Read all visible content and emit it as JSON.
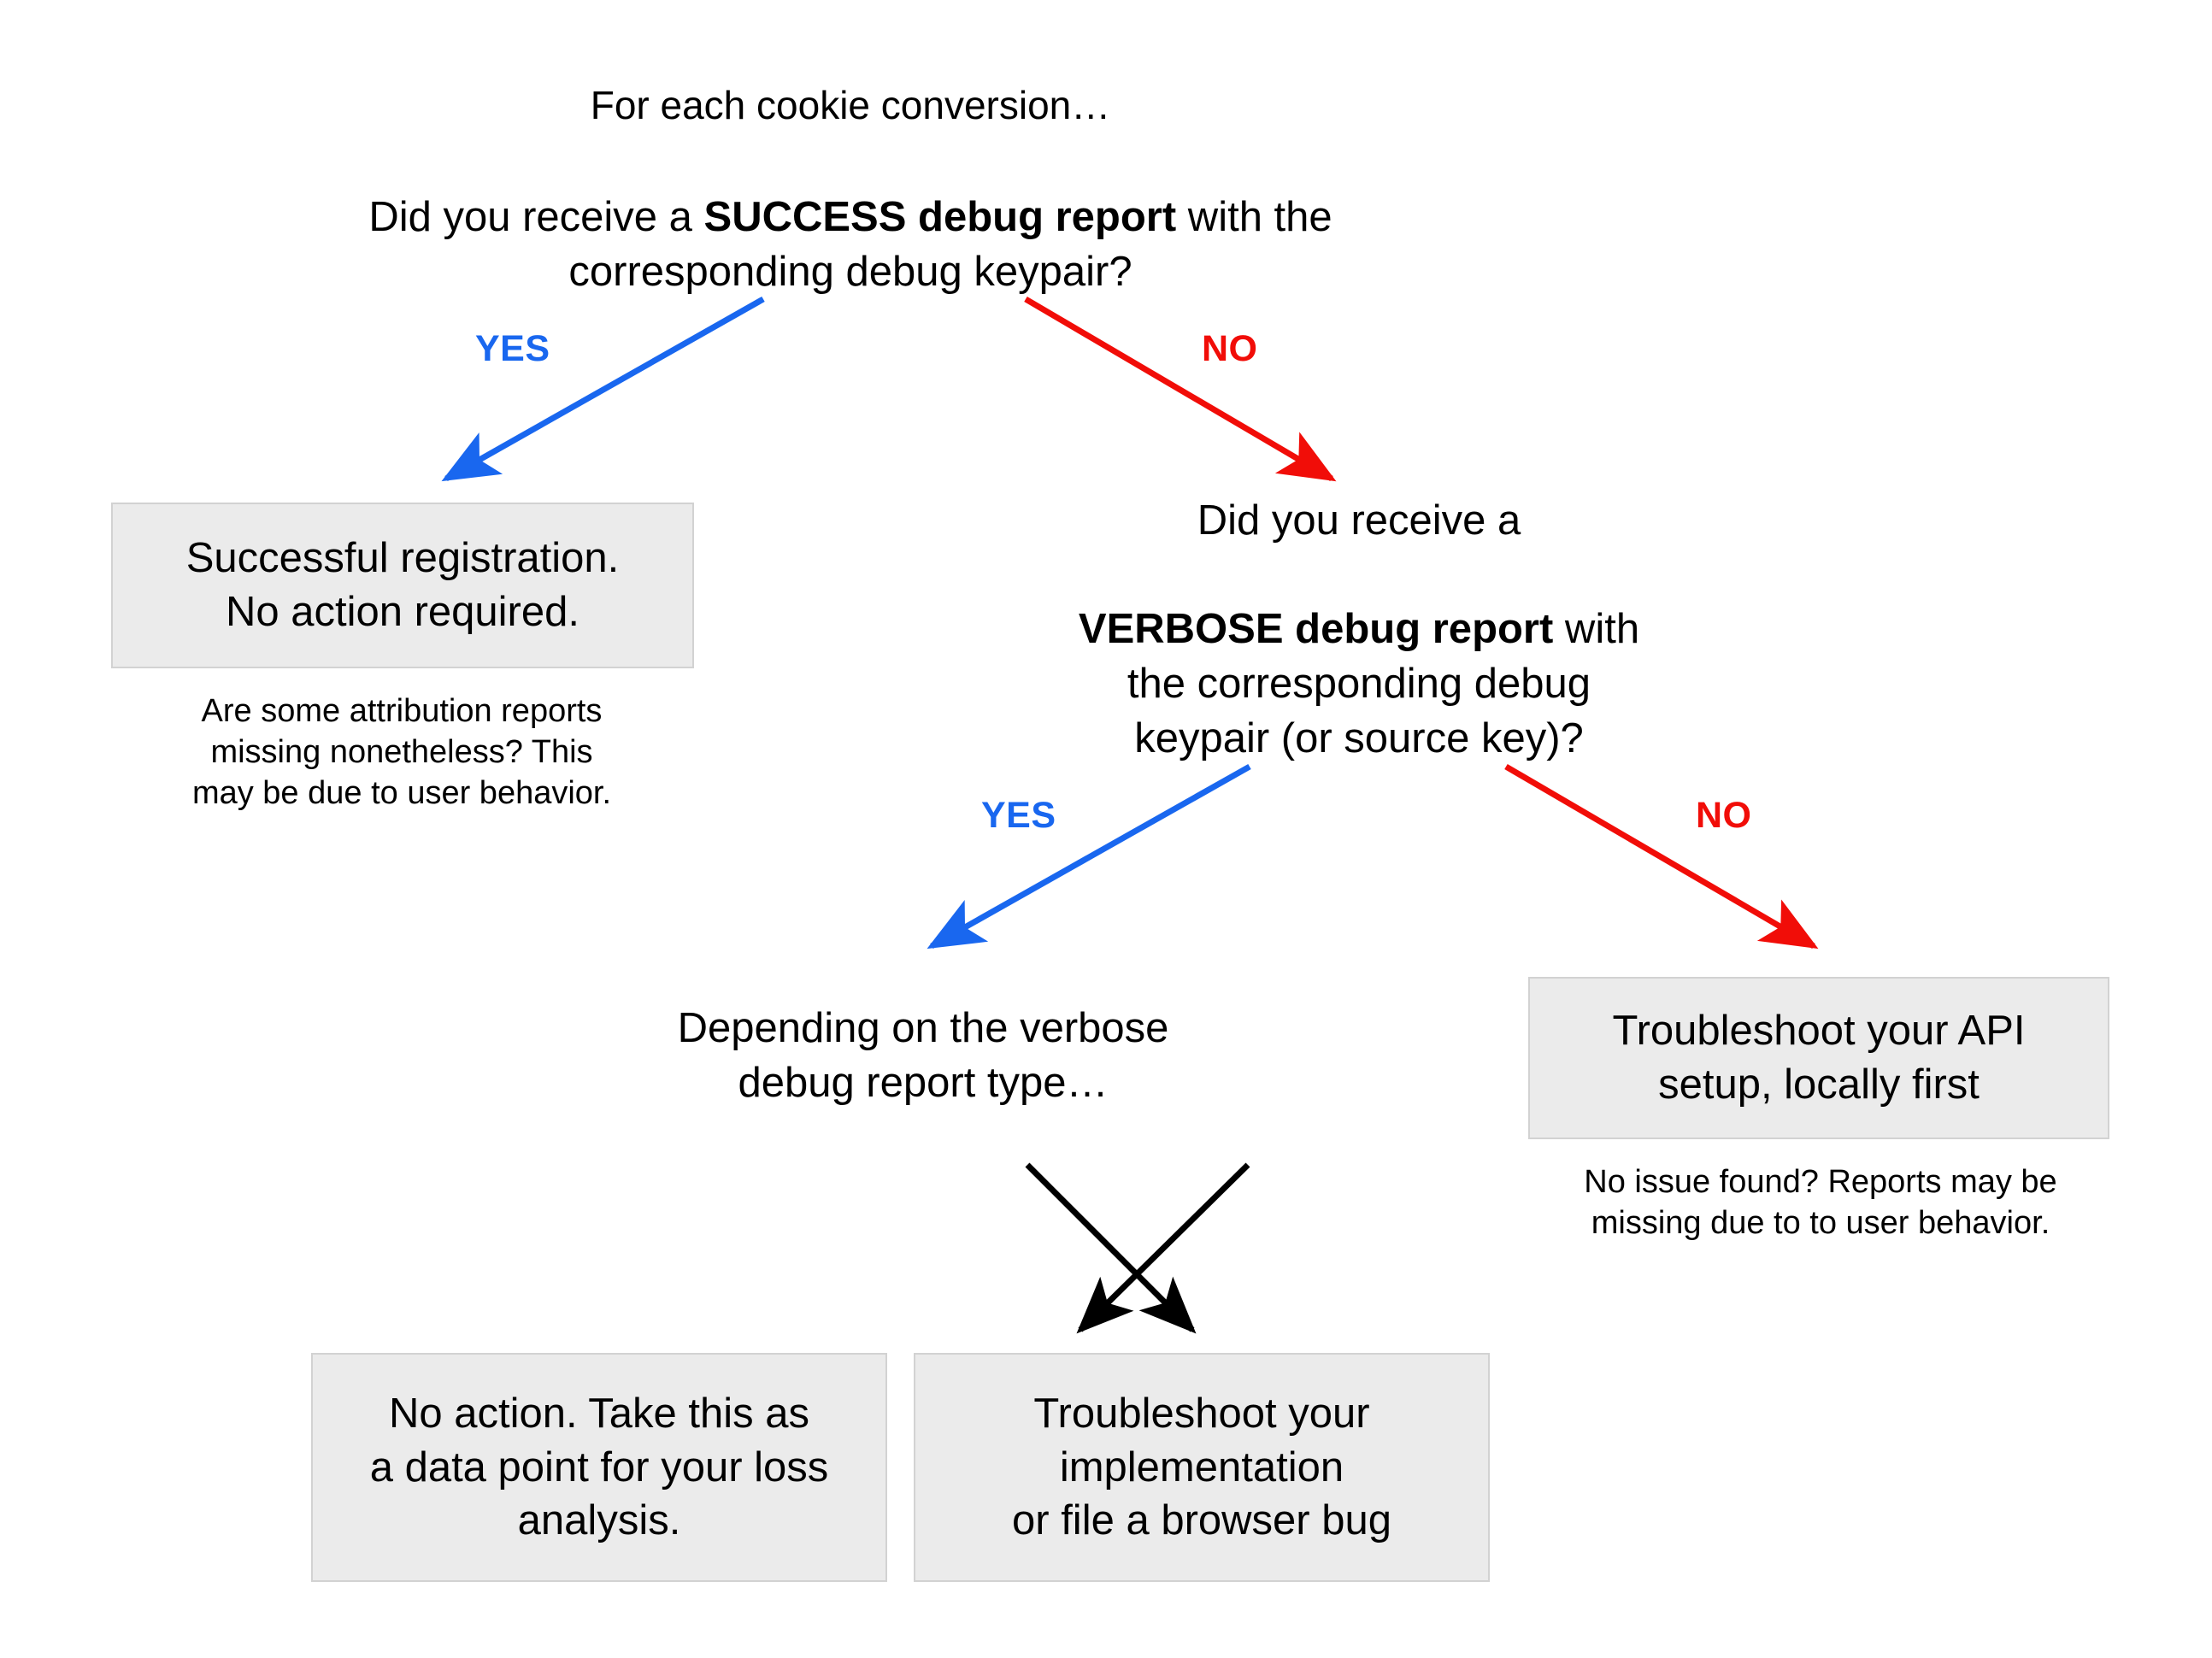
{
  "diagram": {
    "title": "For each cookie conversion…",
    "background": "#ffffff",
    "box_fill": "#EBEBEB",
    "box_border": "#D2D2D2",
    "yes_color": "#1967EF",
    "no_color": "#F10D08",
    "neutral_arrow_color": "#000000"
  },
  "root": {
    "question_line1": "Did you receive a ",
    "question_bold1": "SUCCESS debug report",
    "question_tail1": " with the",
    "question_line2": "corresponding debug keypair?"
  },
  "branch1": {
    "yes_label": "YES",
    "no_label": "NO"
  },
  "success_box": {
    "text": "Successful registration.\nNo action required."
  },
  "success_note": {
    "text": "Are some attribution reports\nmissing nonetheless? This\nmay be due to user behavior."
  },
  "verbose_question": {
    "line1": "Did you receive a",
    "bold": "VERBOSE debug report",
    "tail": " with",
    "line3": "the corresponding debug",
    "line4": "keypair (or source key)?"
  },
  "branch2": {
    "yes_label": "YES",
    "no_label": "NO"
  },
  "verbose_type_text": {
    "text": "Depending on the verbose\ndebug report type…"
  },
  "api_box": {
    "text": "Troubleshoot your API\nsetup, locally first"
  },
  "api_note": {
    "text": "No issue found? Reports may be\nmissing due to to user behavior."
  },
  "no_action_box": {
    "text": "No action. Take this as\na data point for your loss\nanalysis."
  },
  "impl_box": {
    "text": "Troubleshoot your\nimplementation\nor file a browser bug"
  },
  "edges": [
    {
      "name": "root-yes",
      "from": "root-question",
      "to": "success-box",
      "label": "YES",
      "color": "#1967EF"
    },
    {
      "name": "root-no",
      "from": "root-question",
      "to": "verbose-question",
      "label": "NO",
      "color": "#F10D08"
    },
    {
      "name": "verbose-yes",
      "from": "verbose-question",
      "to": "verbose-type-text",
      "label": "YES",
      "color": "#1967EF"
    },
    {
      "name": "verbose-no",
      "from": "verbose-question",
      "to": "api-box",
      "label": "NO",
      "color": "#F10D08"
    },
    {
      "name": "type-left",
      "from": "verbose-type-text",
      "to": "no-action-box",
      "label": "",
      "color": "#000000"
    },
    {
      "name": "type-right",
      "from": "verbose-type-text",
      "to": "impl-box",
      "label": "",
      "color": "#000000"
    }
  ]
}
